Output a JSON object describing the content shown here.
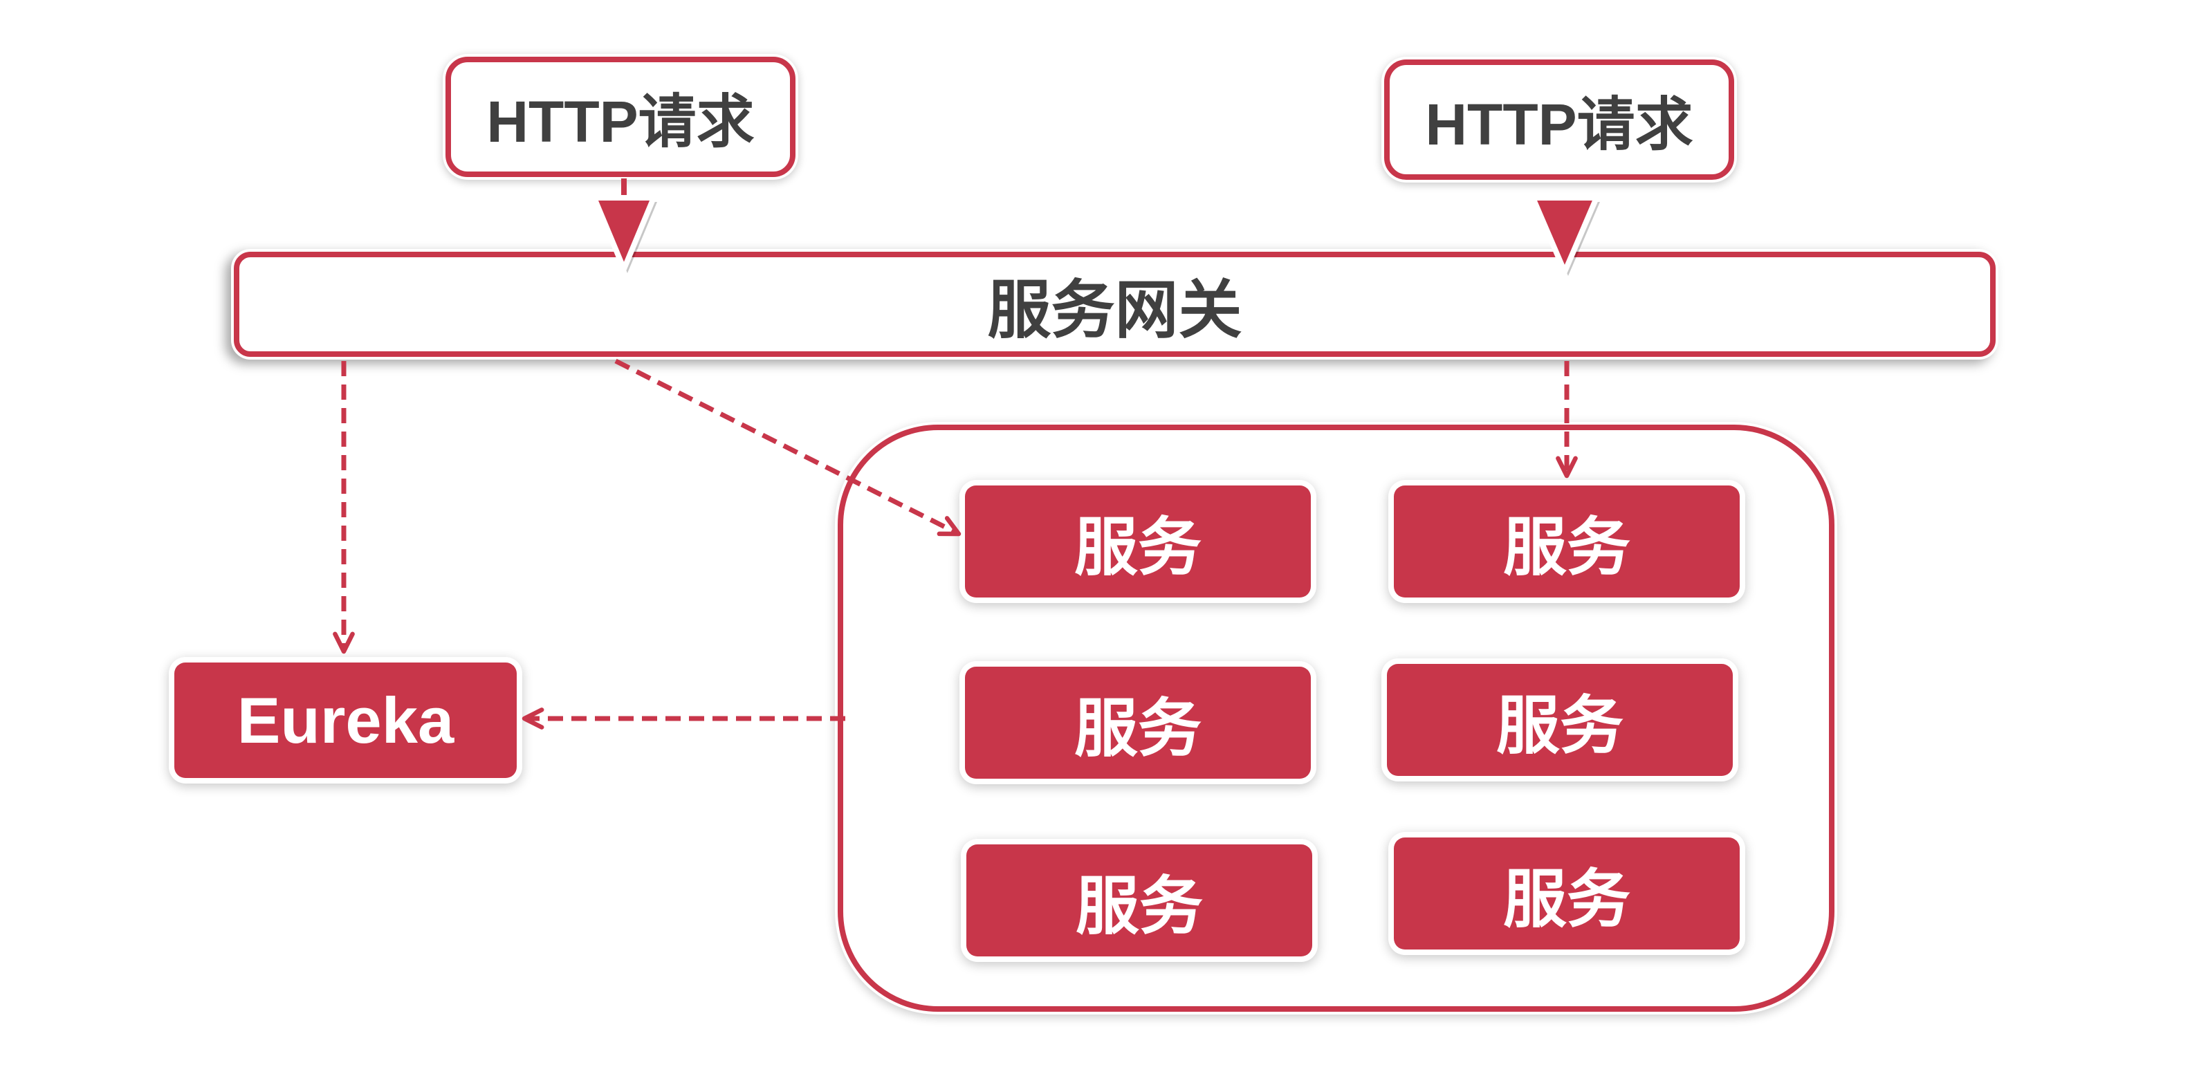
{
  "colors": {
    "accent": "#C8364A",
    "text": "#404040",
    "background": "#FFFFFF"
  },
  "requests": [
    {
      "label": "HTTP请求"
    },
    {
      "label": "HTTP请求"
    }
  ],
  "gateway": {
    "label": "服务网关"
  },
  "registry": {
    "label": "Eureka"
  },
  "services": [
    {
      "label": "服务"
    },
    {
      "label": "服务"
    },
    {
      "label": "服务"
    },
    {
      "label": "服务"
    },
    {
      "label": "服务"
    },
    {
      "label": "服务"
    }
  ]
}
